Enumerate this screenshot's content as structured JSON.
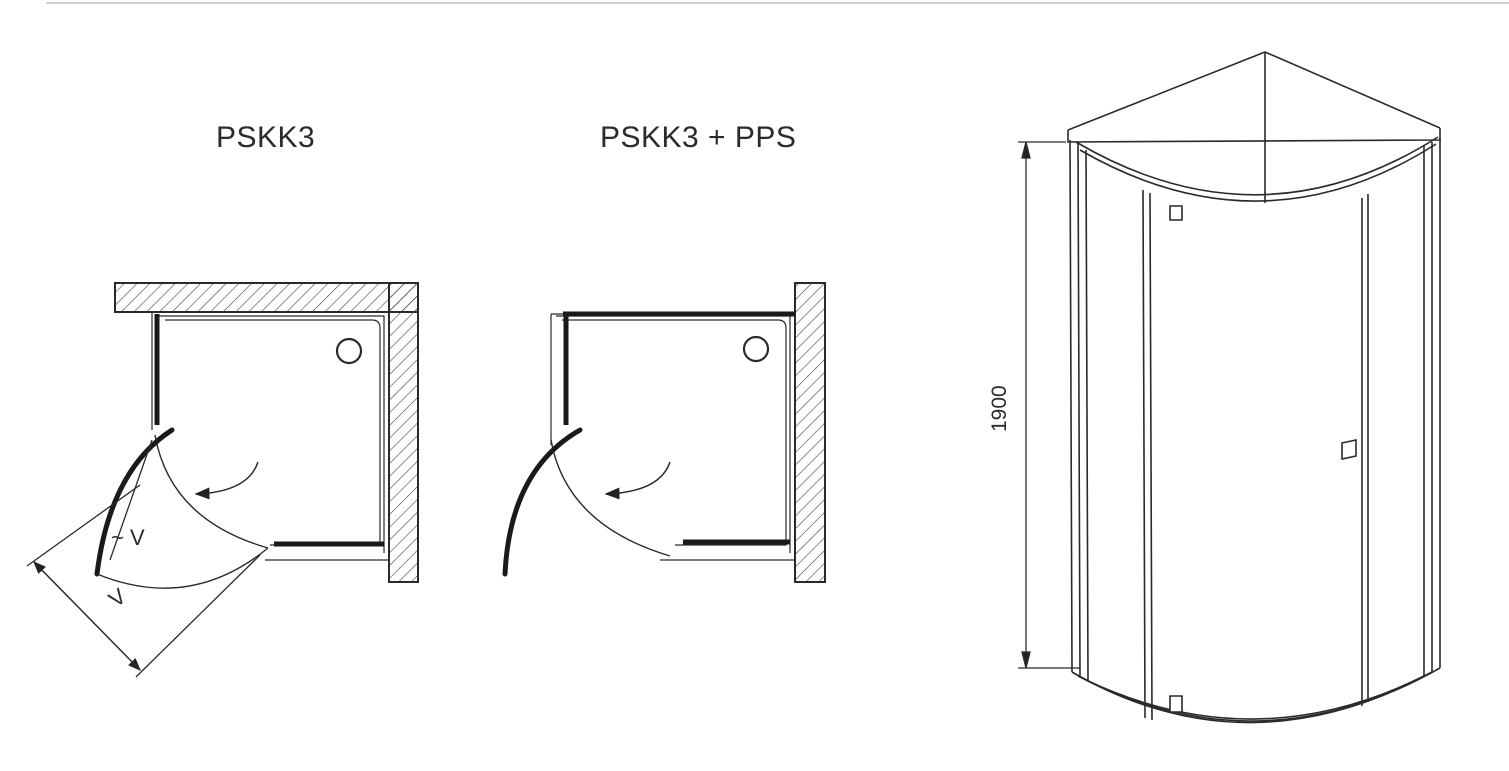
{
  "plan_left": {
    "title": "PSKK3",
    "label_approx_v": "~ V",
    "label_v": "V"
  },
  "plan_right": {
    "title": "PSKK3 + PPS"
  },
  "elevation": {
    "height_dimension": "1900"
  }
}
